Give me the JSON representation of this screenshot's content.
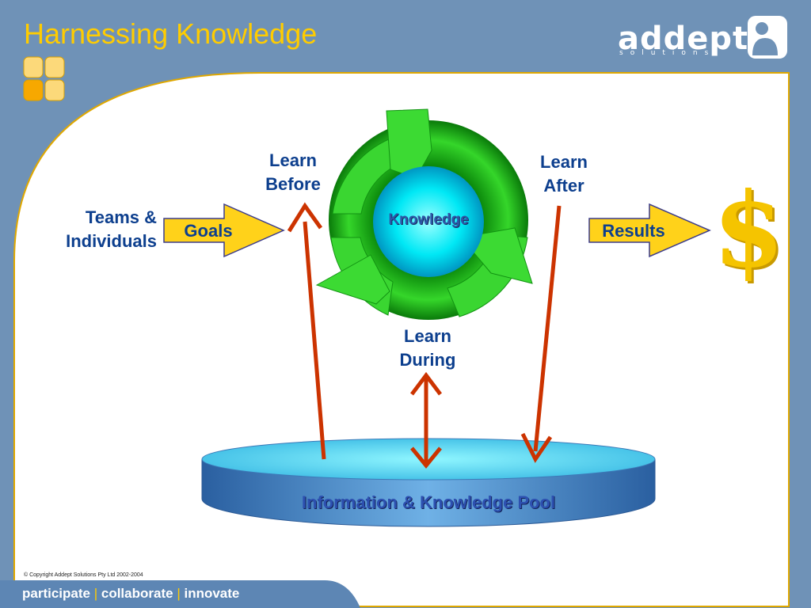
{
  "header": {
    "title": "Harnessing Knowledge"
  },
  "logo": {
    "word": "addept",
    "sub": "solutions"
  },
  "diagram": {
    "input_label": "Teams &\nIndividuals",
    "goals_label": "Goals",
    "results_label": "Results",
    "learn_before": "Learn\nBefore",
    "learn_after": "Learn\nAfter",
    "learn_during": "Learn\nDuring",
    "center_label": "Knowledge",
    "pool_label": "Information & Knowledge Pool",
    "currency_symbol": "$"
  },
  "footer": {
    "copyright": "© Copyright Addept Solutions Pty Ltd 2002-2004",
    "words": [
      "participate",
      "collaborate",
      "innovate"
    ],
    "separator": "|"
  },
  "colors": {
    "background": "#6f92b7",
    "panel": "#ffffff",
    "panel_border": "#e0a800",
    "title": "#ffcc00",
    "text": "#0d3f8e",
    "arrow_fill": "#ffd21a",
    "red_arrow": "#cc3300",
    "green": "#2fcc22",
    "cyan": "#00e5f5"
  }
}
